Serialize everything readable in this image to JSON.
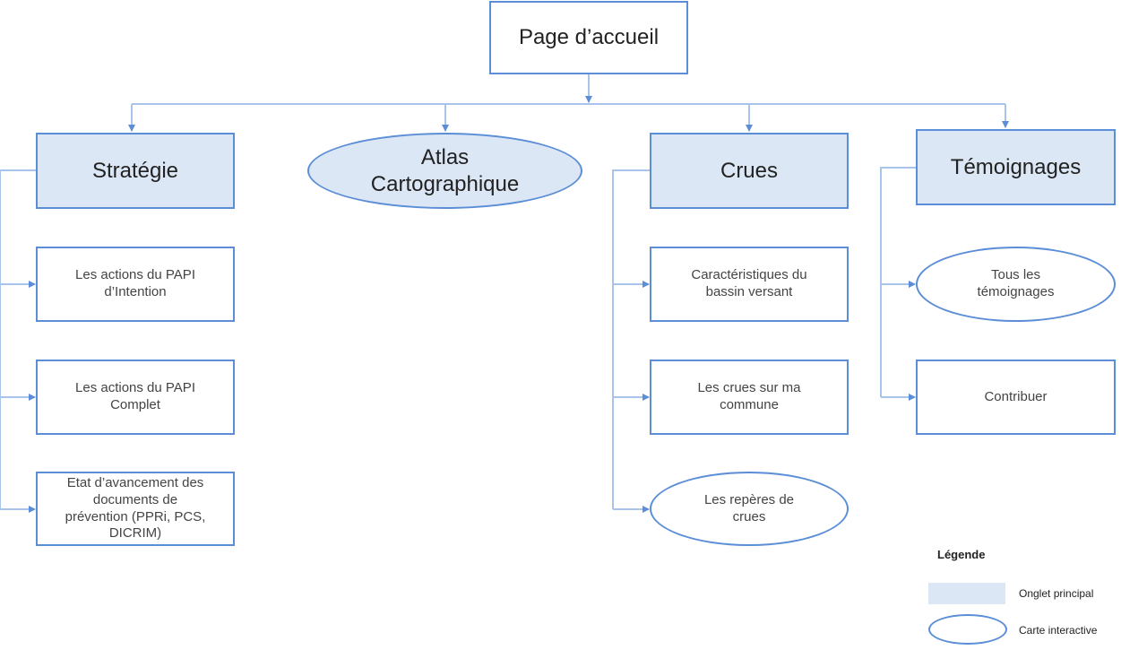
{
  "colors": {
    "main_fill": "#dce7f5",
    "border": "#5b8ed6",
    "connector": "#a9c4ea"
  },
  "root": {
    "label": "Page d’accueil"
  },
  "strategie": {
    "label": "Stratégie",
    "children": [
      "Les actions du PAPI\nd’Intention",
      "Les actions du PAPI\nComplet",
      "Etat d’avancement des\ndocuments de\nprévention (PPRi, PCS,\nDICRIM)"
    ]
  },
  "atlas": {
    "label": "Atlas\nCartographique"
  },
  "crues": {
    "label": "Crues",
    "children": [
      "Caractéristiques du\nbassin versant",
      "Les crues sur ma\ncommune",
      "Les repères de\ncrues"
    ]
  },
  "temoignages": {
    "label": "Témoignages",
    "children": [
      "Tous les\ntémoignages",
      "Contribuer"
    ]
  },
  "legend": {
    "title": "Légende",
    "main_tab": "Onglet principal",
    "interactive_map": "Carte interactive"
  }
}
